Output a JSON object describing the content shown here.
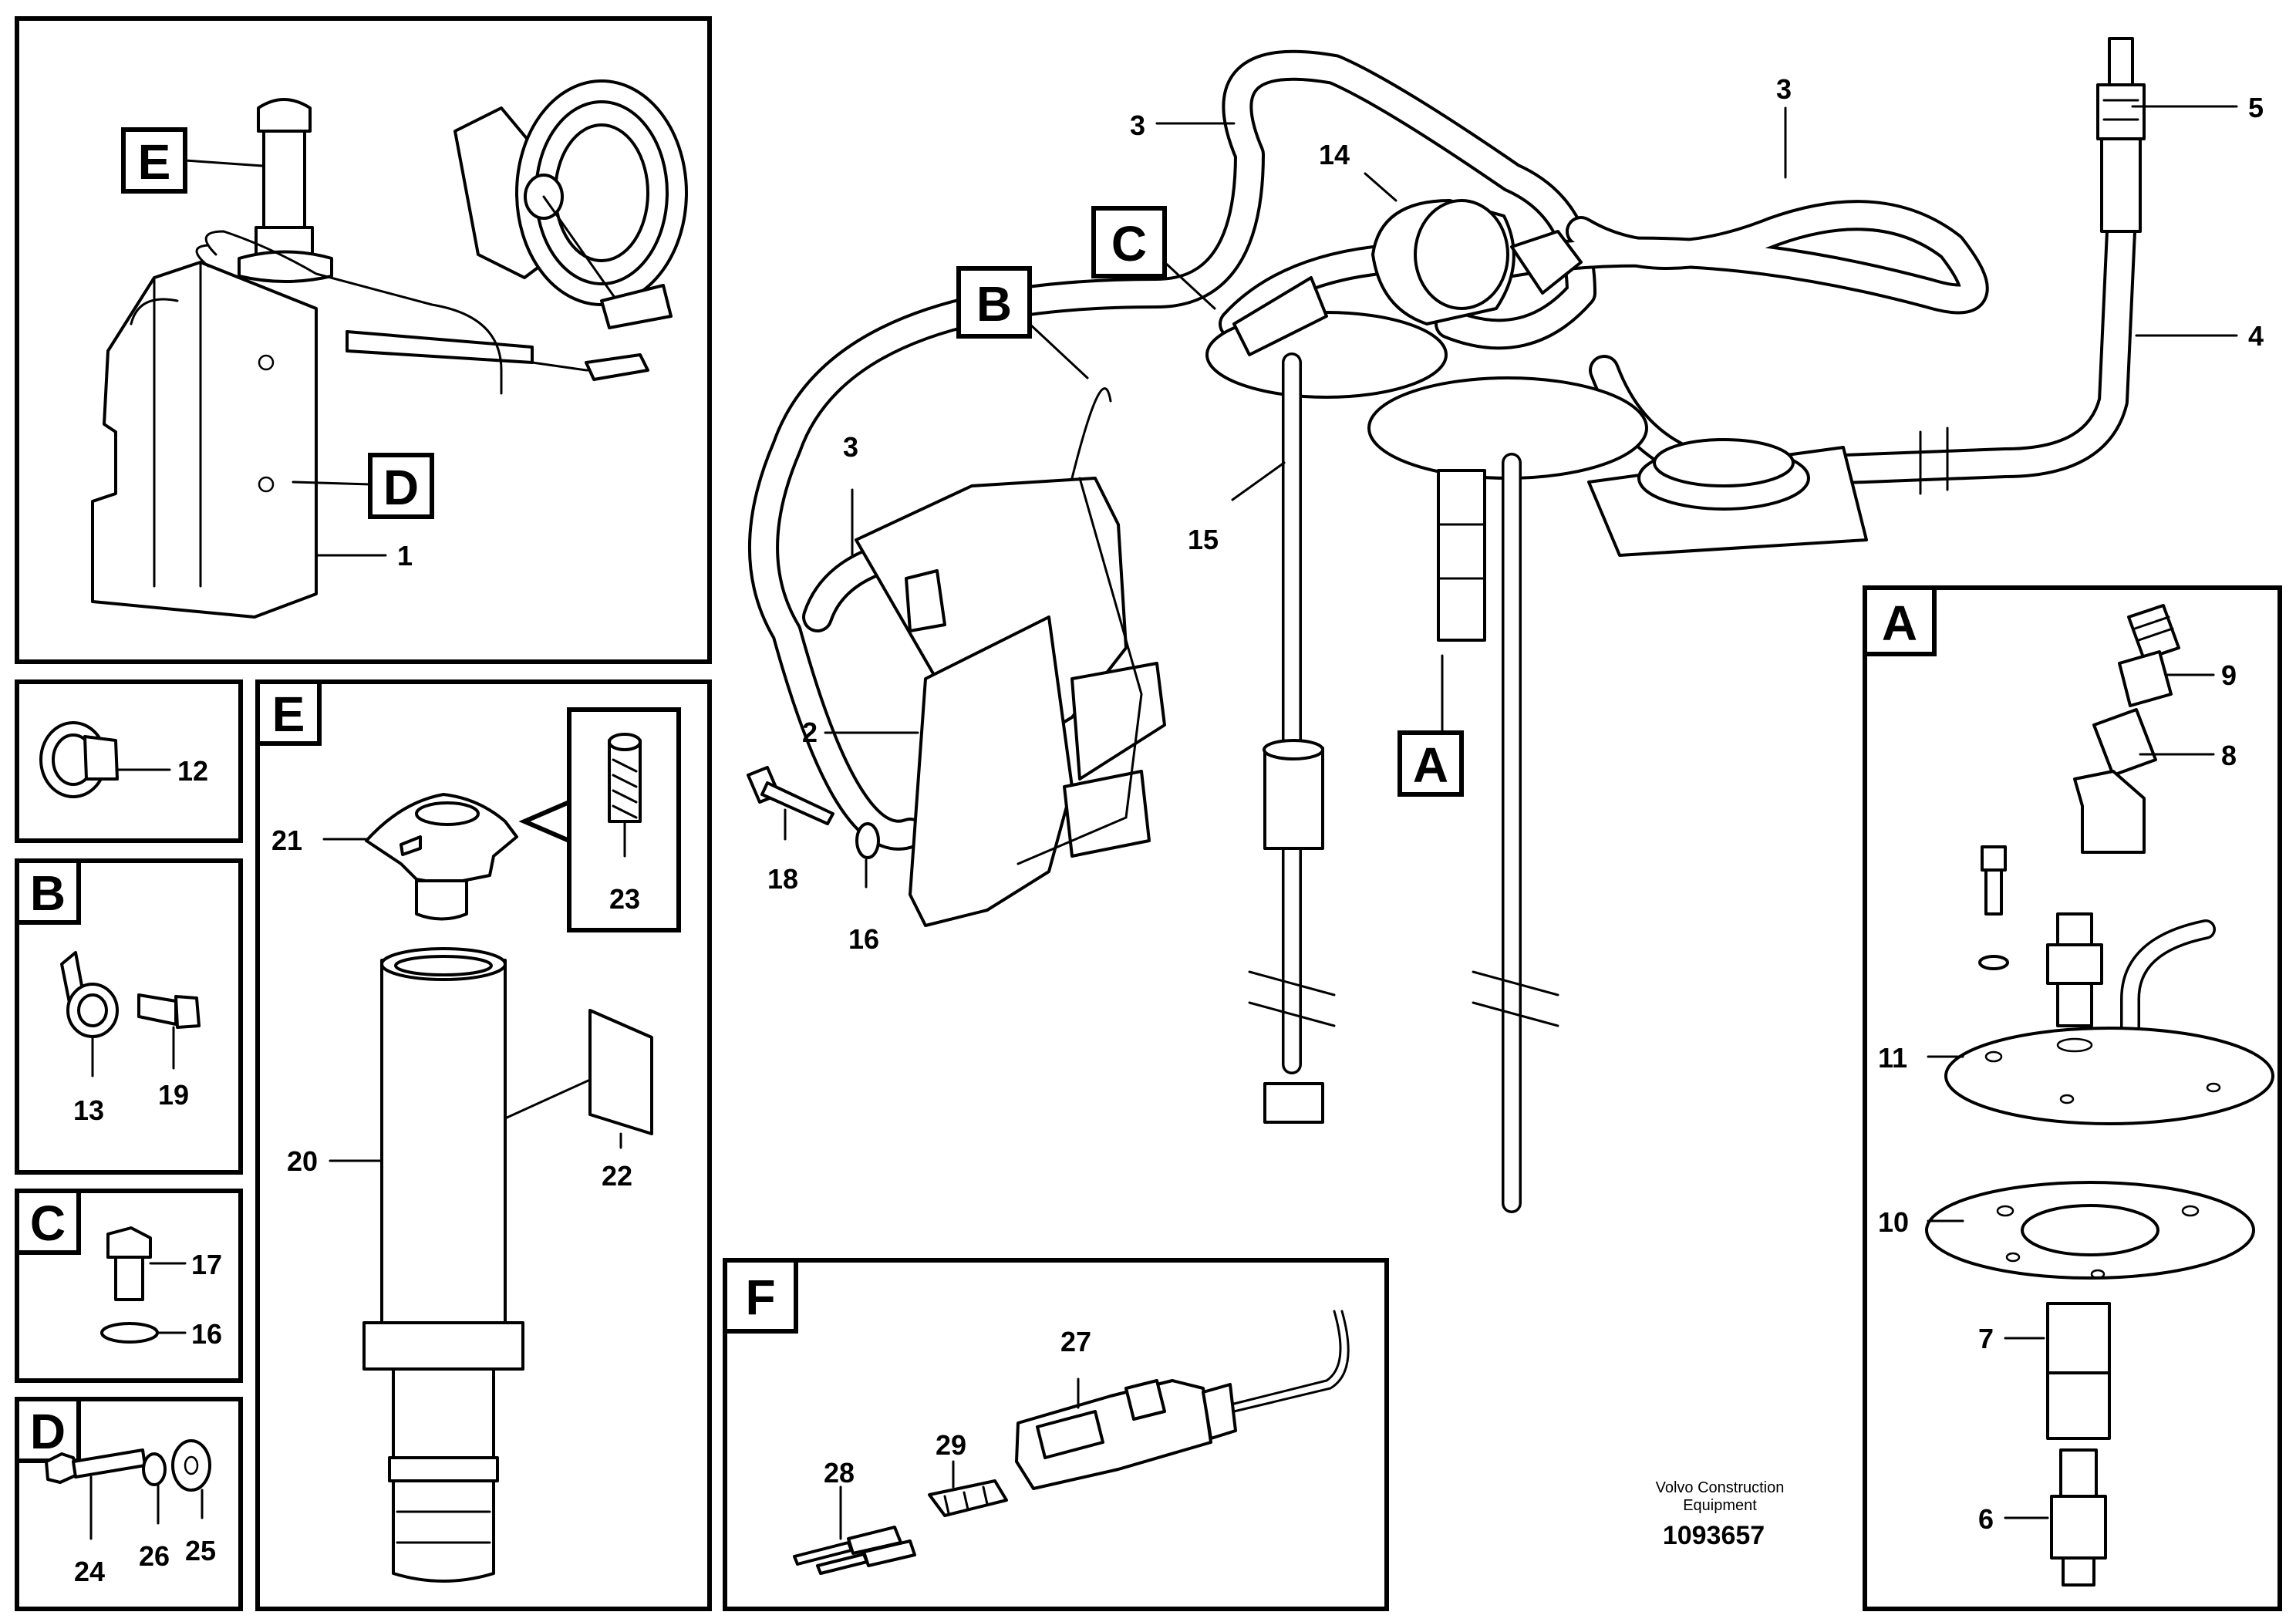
{
  "callouts": {
    "c1": "1",
    "c2": "2",
    "c3a": "3",
    "c3b": "3",
    "c3c": "3",
    "c4": "4",
    "c5": "5",
    "c6": "6",
    "c7": "7",
    "c8": "8",
    "c9": "9",
    "c10": "10",
    "c11": "11",
    "c12": "12",
    "c13": "13",
    "c14": "14",
    "c15": "15",
    "c16a": "16",
    "c16b": "16",
    "c17": "17",
    "c18": "18",
    "c19": "19",
    "c20": "20",
    "c21": "21",
    "c22": "22",
    "c23": "23",
    "c24": "24",
    "c25": "25",
    "c26": "26",
    "c27": "27",
    "c28": "28",
    "c29": "29"
  },
  "detail_tags": {
    "A": "A",
    "B": "B",
    "C": "C",
    "D": "D",
    "E": "E",
    "F": "F",
    "overview_E": "E",
    "overview_D": "D",
    "main_A": "A",
    "main_B": "B",
    "main_C": "C"
  },
  "credit": {
    "line1": "Volvo Construction",
    "line2": "Equipment",
    "doc_number": "1093657"
  }
}
